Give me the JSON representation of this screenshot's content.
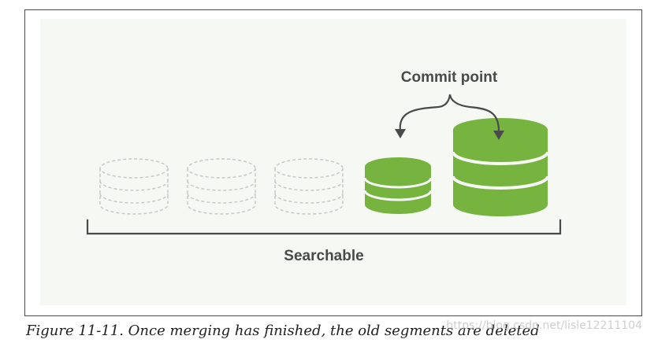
{
  "labels": {
    "commit_point": "Commit point",
    "searchable": "Searchable"
  },
  "caption": "Figure 11-11. Once merging has finished, the old segments are deleted",
  "watermark": "https://blog.csdn.net/lisle12211104",
  "colors": {
    "segment_green": "#76b43f",
    "deleted_outline": "#c8c8c8",
    "arrow": "#4a4a4a",
    "panel_bg": "#f6f8f4"
  },
  "segments": [
    {
      "name": "old-segment-1",
      "state": "deleted"
    },
    {
      "name": "old-segment-2",
      "state": "deleted"
    },
    {
      "name": "old-segment-3",
      "state": "deleted"
    },
    {
      "name": "small-segment",
      "state": "active"
    },
    {
      "name": "merged-segment",
      "state": "active"
    }
  ]
}
